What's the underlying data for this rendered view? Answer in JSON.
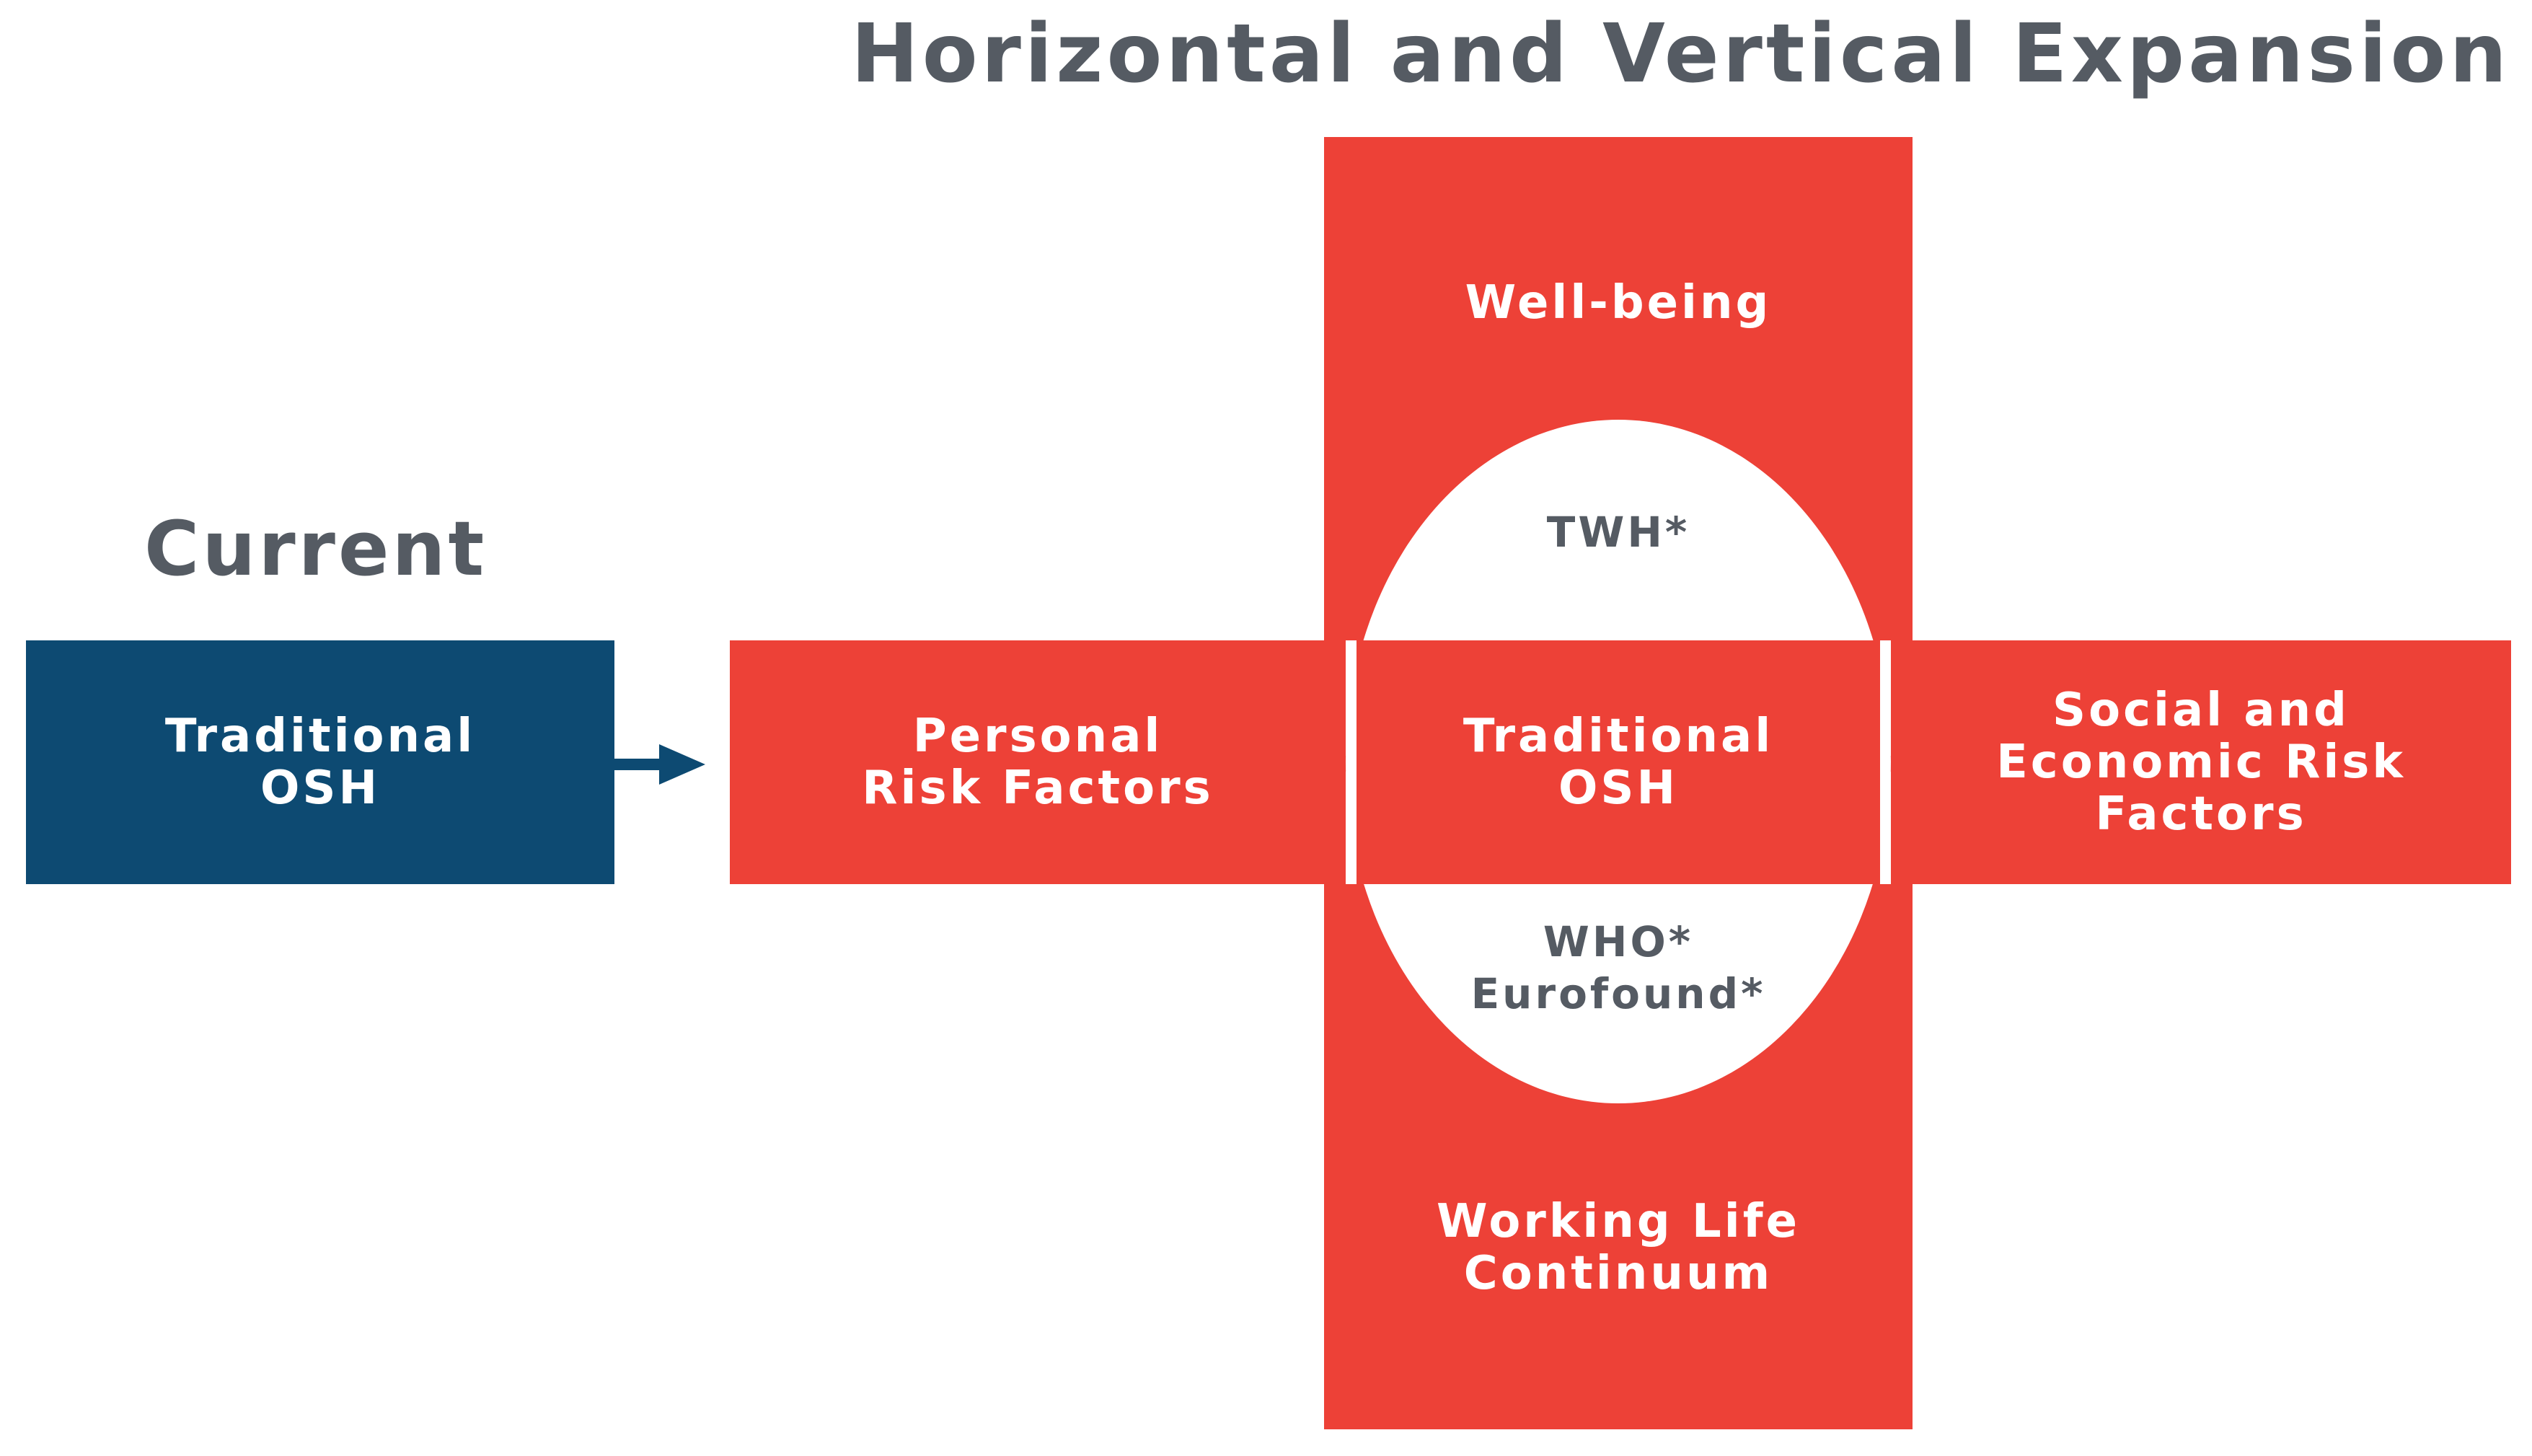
{
  "title": "Horizontal and Vertical Expansion",
  "current": {
    "label": "Current",
    "box": "Traditional\nOSH"
  },
  "expansion": {
    "top": "Well-being",
    "bottom": "Working Life\nContinuum",
    "left": "Personal\nRisk Factors",
    "center": "Traditional\nOSH",
    "right": "Social and\nEconomic Risk\nFactors"
  },
  "circle_labels": {
    "upper": "TWH*",
    "lower": "WHO*\nEurofound*"
  },
  "colors": {
    "current_box": "#0d4a72",
    "expansion": "#ed4137",
    "text_dark": "#555b63",
    "arrow": "#0d4a72"
  }
}
